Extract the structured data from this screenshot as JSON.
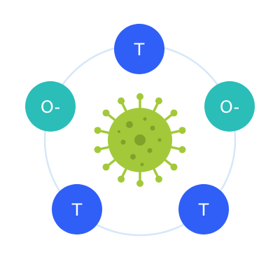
{
  "colors": {
    "background": "#ffffff",
    "ring": "#d6e7f9",
    "t_node": "#2f5ff7",
    "o_node": "#2bbdb8",
    "virus_body": "#a3c93a",
    "virus_spots": "#7fa22a",
    "label": "#ffffff"
  },
  "center": {
    "icon": "virus-icon"
  },
  "nodes": [
    {
      "kind": "t",
      "label": "T"
    },
    {
      "kind": "o",
      "label": "O-"
    },
    {
      "kind": "t",
      "label": "T"
    },
    {
      "kind": "t",
      "label": "T"
    },
    {
      "kind": "o",
      "label": "O-"
    }
  ]
}
